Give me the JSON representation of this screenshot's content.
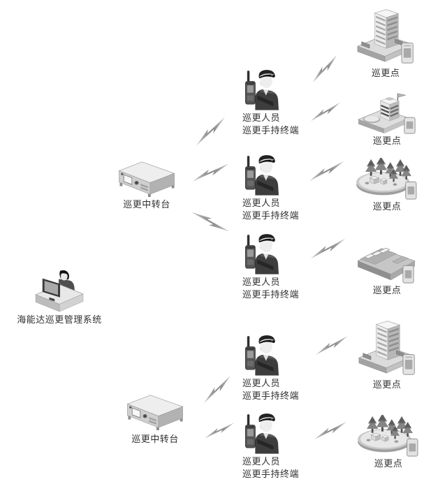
{
  "colors": {
    "background": "#ffffff",
    "text": "#2f2f2f",
    "bolt_light": "#c8c8c8",
    "bolt_dark": "#8d8d8d",
    "icon_dark": "#3d3d3d",
    "icon_mid": "#b5b5b5",
    "icon_light": "#e8e8e8"
  },
  "nodes": {
    "management": {
      "label": "海能达巡更管理系统",
      "icon": "operator-workstation-icon"
    },
    "repeater1": {
      "label": "巡更中转台",
      "icon": "repeater-icon"
    },
    "repeater2": {
      "label": "巡更中转台",
      "icon": "repeater-icon"
    },
    "person1": {
      "line1": "巡更人员",
      "line2": "巡更手持终端",
      "icon": "patrol-guard-icon"
    },
    "person2": {
      "line1": "巡更人员",
      "line2": "巡更手持终端",
      "icon": "patrol-guard-icon"
    },
    "person3": {
      "line1": "巡更人员",
      "line2": "巡更手持终端",
      "icon": "patrol-guard-icon"
    },
    "person4": {
      "line1": "巡更人员",
      "line2": "巡更手持终端",
      "icon": "patrol-guard-icon"
    },
    "person5": {
      "line1": "巡更人员",
      "line2": "巡更手持终端",
      "icon": "patrol-guard-icon"
    },
    "point1": {
      "label": "巡更点",
      "icon": "office-building-icon"
    },
    "point2": {
      "label": "巡更点",
      "icon": "flag-building-icon"
    },
    "point3": {
      "label": "巡更点",
      "icon": "park-icon"
    },
    "point4": {
      "label": "巡更点",
      "icon": "warehouse-icon"
    },
    "point5": {
      "label": "巡更点",
      "icon": "office-building-icon"
    },
    "point6": {
      "label": "巡更点",
      "icon": "park-icon"
    }
  },
  "connections": [
    {
      "from": "repeater1",
      "to": "person1",
      "link": "wireless"
    },
    {
      "from": "repeater1",
      "to": "person2",
      "link": "wireless"
    },
    {
      "from": "repeater1",
      "to": "person3",
      "link": "wireless"
    },
    {
      "from": "person1",
      "to": "point1",
      "link": "wireless"
    },
    {
      "from": "person1",
      "to": "point2",
      "link": "wireless"
    },
    {
      "from": "person2",
      "to": "point3",
      "link": "wireless"
    },
    {
      "from": "person3",
      "to": "point4",
      "link": "wireless"
    },
    {
      "from": "repeater2",
      "to": "person4",
      "link": "wireless"
    },
    {
      "from": "repeater2",
      "to": "person5",
      "link": "wireless"
    },
    {
      "from": "person4",
      "to": "point5",
      "link": "wireless"
    },
    {
      "from": "person5",
      "to": "point6",
      "link": "wireless"
    }
  ]
}
